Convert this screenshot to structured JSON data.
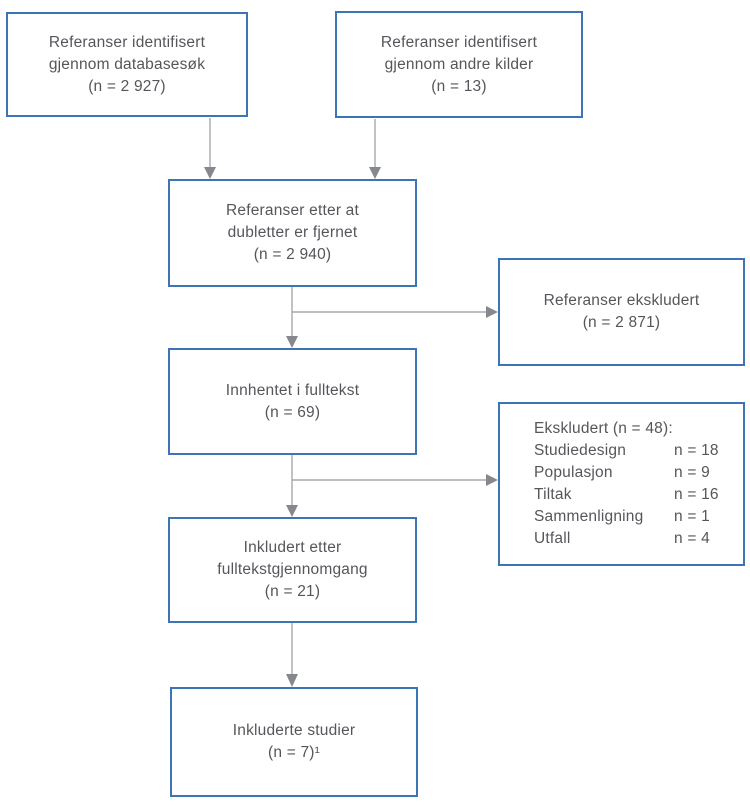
{
  "figure": {
    "boxes": {
      "identified_databases": {
        "text": "Referanser identifisert\ngjennom databasesøk\n(n = 2 927)"
      },
      "identified_other": {
        "text": "Referanser identifisert\ngjennom andre kilder\n(n = 13)"
      },
      "after_duplicates": {
        "text": "Referanser etter at\ndubletter er fjernet\n(n = 2 940)"
      },
      "excluded_refs": {
        "text": "Referanser ekskludert\n(n = 2 871)"
      },
      "fulltext": {
        "text": "Innhentet i fulltekst\n(n = 69)"
      },
      "included_fulltext": {
        "text": "Inkludert etter\nfulltekstgjennomgang\n(n = 21)"
      },
      "included_studies": {
        "text": "Inkluderte studier\n(n = 7)¹"
      }
    },
    "excluded_reasons": {
      "heading": "Ekskludert (n = 48):",
      "rows": [
        {
          "label": "Studiedesign",
          "value": "n = 18"
        },
        {
          "label": "Populasjon",
          "value": "n = 9"
        },
        {
          "label": "Tiltak",
          "value": "n = 16"
        },
        {
          "label": "Sammenligning",
          "value": "n = 1"
        },
        {
          "label": "Utfall",
          "value": "n = 4"
        }
      ]
    },
    "colors": {
      "box_border": "#3d74b5",
      "text": "#54565a",
      "arrow_line": "#a9a9a9",
      "arrow_head": "#85888c",
      "bg": "#ffffff"
    }
  }
}
